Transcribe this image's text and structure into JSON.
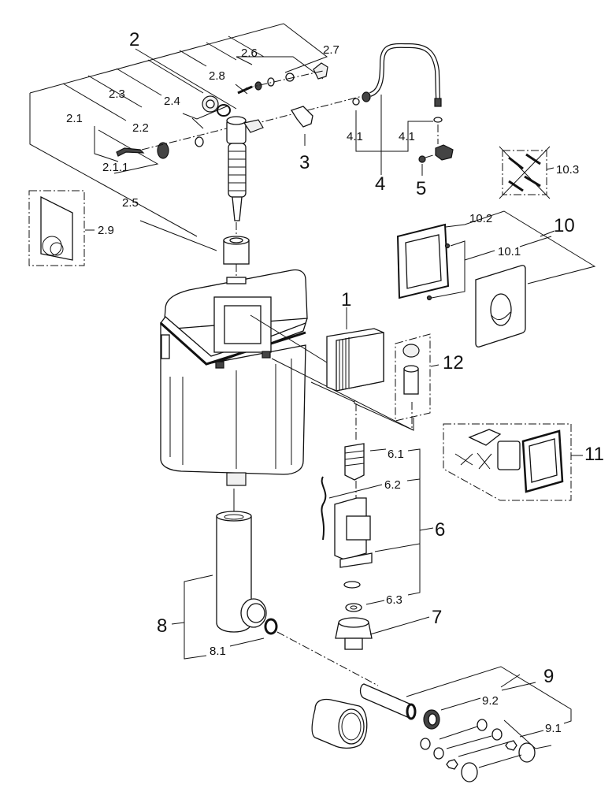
{
  "diagram": {
    "type": "exploded-parts-view",
    "subject": "concealed cistern with flush valve and accessories",
    "callouts": {
      "p1": "1",
      "p2": "2",
      "p2_1": "2.1",
      "p2_1_1": "2.1.1",
      "p2_2": "2.2",
      "p2_3": "2.3",
      "p2_4": "2.4",
      "p2_5": "2.5",
      "p2_6": "2.6",
      "p2_7": "2.7",
      "p2_8": "2.8",
      "p2_9": "2.9",
      "p3": "3",
      "p4": "4",
      "p4_1a": "4.1",
      "p4_1b": "4.1",
      "p5": "5",
      "p6": "6",
      "p6_1": "6.1",
      "p6_2": "6.2",
      "p6_3": "6.3",
      "p7": "7",
      "p8": "8",
      "p8_1": "8.1",
      "p9": "9",
      "p9_1": "9.1",
      "p9_2": "9.2",
      "p10": "10",
      "p10_1": "10.1",
      "p10_2": "10.2",
      "p10_3": "10.3",
      "p11": "11",
      "p12": "12"
    },
    "parts": [
      {
        "id": "1",
        "name": "pneumatic actuator box"
      },
      {
        "id": "2",
        "name": "fill valve assembly"
      },
      {
        "id": "3",
        "name": "clip"
      },
      {
        "id": "4",
        "name": "connection hose"
      },
      {
        "id": "5",
        "name": "angle valve"
      },
      {
        "id": "6",
        "name": "flush valve"
      },
      {
        "id": "7",
        "name": "valve seat"
      },
      {
        "id": "8",
        "name": "flush pipe elbow"
      },
      {
        "id": "9",
        "name": "pan connector set"
      },
      {
        "id": "10",
        "name": "flush plate with mounting frame"
      },
      {
        "id": "11",
        "name": "installation kit"
      },
      {
        "id": "12",
        "name": "adapter set"
      }
    ],
    "colors": {
      "line": "#111111",
      "background": "#ffffff"
    }
  }
}
